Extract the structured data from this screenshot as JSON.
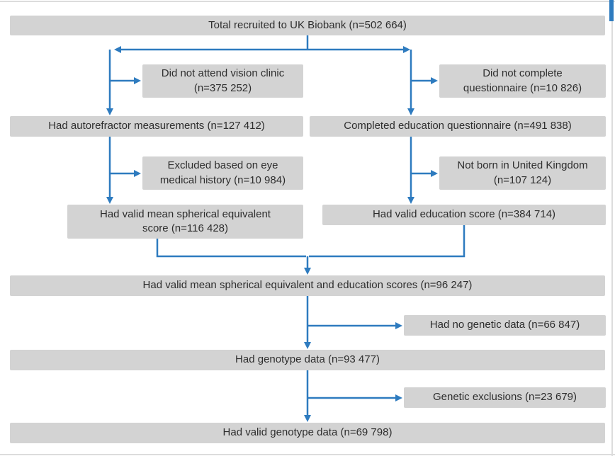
{
  "colors": {
    "page_bg": "#ffffff",
    "box_bg": "#d3d3d3",
    "box_text": "#2e2e2e",
    "arrow": "#2e7bbf",
    "edge_line": "#dcdcdc",
    "scrollbar": "#2e7bbf"
  },
  "flowchart": {
    "boxes": [
      {
        "id": "total",
        "text": "Total recruited to UK Biobank (n=502 664)"
      },
      {
        "id": "no-vision-clinic",
        "text": "Did not attend vision clinic (n=375 252)"
      },
      {
        "id": "no-questionnaire",
        "text": "Did not complete questionnaire (n=10 826)"
      },
      {
        "id": "autorefractor",
        "text": "Had autorefractor measurements (n=127 412)"
      },
      {
        "id": "completed-education",
        "text": "Completed education questionnaire (n=491 838)"
      },
      {
        "id": "eye-history-excluded",
        "text": "Excluded based on eye medical history (n=10 984)"
      },
      {
        "id": "not-born-uk",
        "text": "Not born in United Kingdom (n=107 124)"
      },
      {
        "id": "valid-mse",
        "text": "Had valid mean spherical equivalent score (n=116 428)"
      },
      {
        "id": "valid-education",
        "text": "Had valid education score (n=384 714)"
      },
      {
        "id": "valid-both",
        "text": "Had valid mean spherical equivalent and education scores (n=96 247)"
      },
      {
        "id": "no-genetic-data",
        "text": "Had no genetic data (n=66 847)"
      },
      {
        "id": "genotype",
        "text": "Had genotype data (n=93 477)"
      },
      {
        "id": "genetic-exclusions",
        "text": "Genetic exclusions (n=23 679)"
      },
      {
        "id": "valid-genotype",
        "text": "Had valid genotype data (n=69 798)"
      }
    ]
  }
}
